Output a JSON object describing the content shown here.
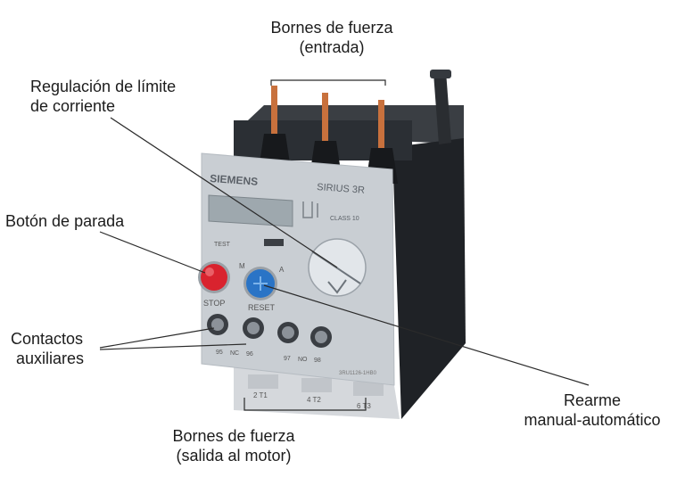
{
  "labels": {
    "top_power": [
      "Bornes de fuerza",
      "(entrada)"
    ],
    "current_limit": [
      "Regulación de límite",
      "de corriente"
    ],
    "stop_button": "Botón de parada",
    "aux_contacts": [
      "Contactos",
      "auxiliares"
    ],
    "reset": [
      "Rearme",
      "manual-automático"
    ],
    "bottom_power": [
      "Bornes de fuerza",
      "(salida al motor)"
    ]
  },
  "device": {
    "brand": "SIEMENS",
    "model": "SIRIUS 3R",
    "class": "CLASS 10",
    "test": "TEST",
    "stop": "STOP",
    "reset": "RESET",
    "m": "M",
    "a": "A",
    "contact_95": "95",
    "contact_nc": "NC",
    "contact_96": "96",
    "contact_97": "97",
    "contact_no": "NO",
    "contact_98": "98",
    "term_2t1": "2 T1",
    "term_4t2": "4 T2",
    "term_6t3": "6 T3",
    "part_code": "3RU1126-1HB0"
  },
  "colors": {
    "housing": "#24272b",
    "front_panel": "#c9ced3",
    "stop_button": "#d9232e",
    "reset_button": "#2a74c6",
    "leader_line": "#2b2b2b"
  }
}
